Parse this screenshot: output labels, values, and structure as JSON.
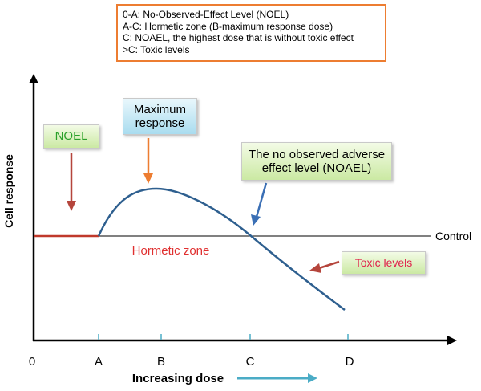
{
  "legend": {
    "lines": [
      "0-A: No-Observed-Effect Level (NOEL)",
      "A-C: Hormetic zone (B-maximum response dose)",
      "C: NOAEL, the highest dose that is without toxic effect",
      ">C: Toxic levels"
    ]
  },
  "callouts": {
    "noel": "NOEL",
    "max_line1": "Maximum",
    "max_line2": "response",
    "noael_line1": "The no observed adverse",
    "noael_line2": "effect level (NOAEL)",
    "toxic": "Toxic levels"
  },
  "labels": {
    "y_axis": "Cell response",
    "x_axis": "Increasing dose",
    "control": "Control",
    "hormetic_zone": "Hormetic zone"
  },
  "x_ticks": [
    "0",
    "A",
    "B",
    "C",
    "D"
  ],
  "colors": {
    "curve": "#2e5f8f",
    "noel_line": "#c0392b",
    "hormetic_text": "#e03030",
    "arrow_red": "#b5453c",
    "arrow_orange": "#ed7d31",
    "arrow_blue": "#3a6fb5",
    "arrow_cyan": "#4bacc6",
    "legend_border": "#ed7d31"
  }
}
